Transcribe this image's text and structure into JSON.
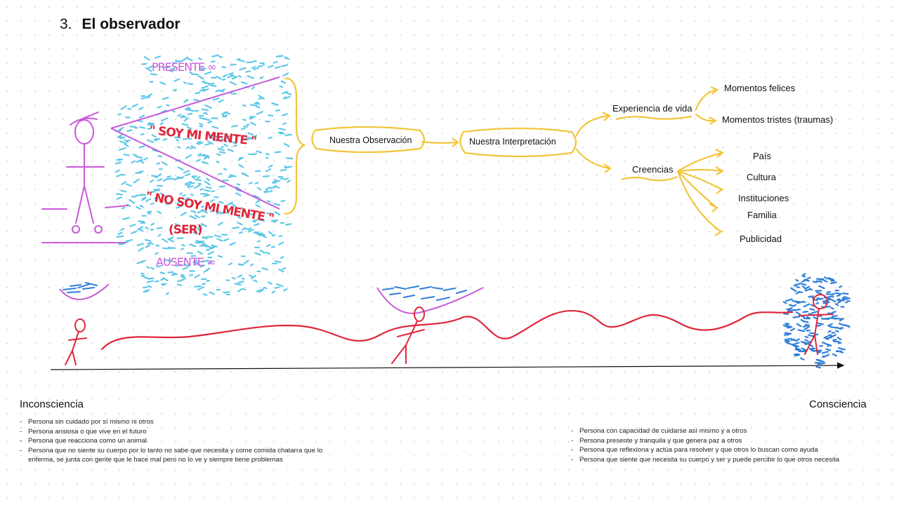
{
  "title": {
    "number": "3.",
    "text": "El observador"
  },
  "handwriting": {
    "presente": "PRESENTE ∞",
    "soy_mente": "\" SOY MI MENTE \"",
    "no_soy_mente": "\" NO SOY MI MENTE \"",
    "ser": "(SER)",
    "ausente": "AUSENTE ∞"
  },
  "diagram": {
    "observacion": "Nuestra Observación",
    "interpretacion": "Nuestra Interpretación",
    "experiencia": "Experiencia de vida",
    "momentos_felices": "Momentos felices",
    "momentos_tristes": "Momentos tristes (traumas)",
    "creencias": "Creencias",
    "creencias_items": [
      "País",
      "Cultura",
      "Instituciones",
      "Familia",
      "Publicidad"
    ]
  },
  "left": {
    "heading": "Inconsciencia",
    "items": [
      "Persona sin cuidado por sí mismo ni otros",
      "Persona ansiosa o que vive en el futuro",
      "Persona que reacciona como un animal",
      "Persona que no siente su cuerpo por lo tanto no sabe que necesita y come comida chatarra que lo enferma, se junta con gente que le hace mal pero no lo ve y siempre tiene problemas"
    ]
  },
  "right": {
    "heading": "Consciencia",
    "items": [
      "Persona con capacidad de cuidarse así mismo y a otros",
      "Persona presente y tranquila y que genera paz a otros",
      "Persona que reflexiona y actúa para resolver y que otros lo buscan como ayuda",
      "Persona que siente que necesita su cuerpo y ser y puede percibir lo que otros necesita"
    ]
  },
  "colors": {
    "magenta": "#c85ad8",
    "red": "#e0263a",
    "cyan": "#5ec8e8",
    "yellow": "#f2c63a",
    "blue": "#2f7fd8"
  }
}
